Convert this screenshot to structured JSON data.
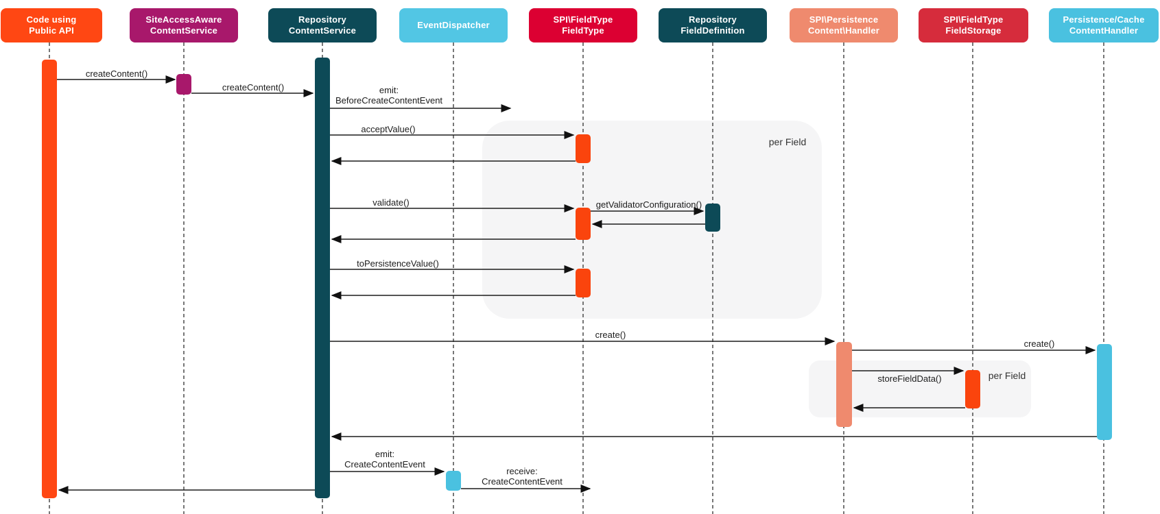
{
  "actors": [
    {
      "label": "Code using\nPublic API",
      "color": "#FF4713"
    },
    {
      "label": "SiteAccessAware\nContentService",
      "color": "#A8186B"
    },
    {
      "label": "Repository\nContentService",
      "color": "#0D4A57"
    },
    {
      "label": "EventDispatcher",
      "color": "#52C6E4"
    },
    {
      "label": "SPI\\FieldType\nFieldType",
      "color": "#DC0032"
    },
    {
      "label": "Repository\nFieldDefinition",
      "color": "#0D4A57"
    },
    {
      "label": "SPI\\Persistence\nContent\\Handler",
      "color": "#EF8A6E"
    },
    {
      "label": "SPI\\FieldType\nFieldStorage",
      "color": "#D62C3C"
    },
    {
      "label": "Persistence/Cache\nContentHandler",
      "color": "#4AC1E0",
      "bold": true
    }
  ],
  "messages": [
    {
      "label": "createContent()"
    },
    {
      "label": "createContent()"
    },
    {
      "label": "emit:\nBeforeCreateContentEvent"
    },
    {
      "label": "acceptValue()"
    },
    {
      "label": "validate()"
    },
    {
      "label": "getValidatorConfiguration()"
    },
    {
      "label": "toPersistenceValue()"
    },
    {
      "label": "create()"
    },
    {
      "label": "create()"
    },
    {
      "label": "storeFieldData()"
    },
    {
      "label": "emit:\nCreateContentEvent"
    },
    {
      "label": "receive:\nCreateContentEvent"
    }
  ],
  "fragments": [
    {
      "label": "per Field"
    },
    {
      "label": "per Field"
    }
  ],
  "colors": {
    "orange": "#FF4713",
    "magenta": "#A8186B",
    "teal": "#0D4A57",
    "light_blue": "#52C6E4",
    "crimson": "#DC0032",
    "salmon": "#EF8A6E",
    "red": "#D62C3C",
    "cyan": "#4AC1E0",
    "activation_red": "#FA440D",
    "fragment_bg": "#F5F5F6",
    "arrow": "#1C1C1C"
  }
}
